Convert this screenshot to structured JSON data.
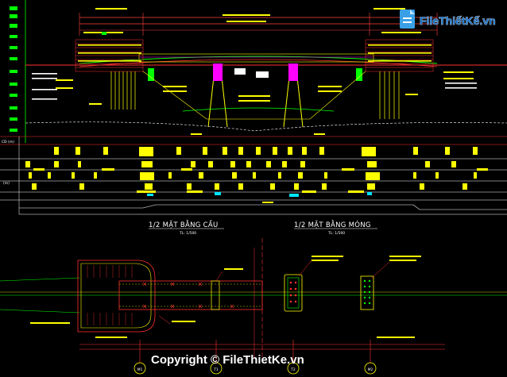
{
  "logo": {
    "brand": "FileThiếtKế.vn",
    "icon_name": "file-icon",
    "colors": {
      "accent": "#1a72c9",
      "tile": "#3aa0e6"
    }
  },
  "watermark": {
    "text": "Copyright © FileThietKe.vn"
  },
  "drawing": {
    "row_labels": [
      "CĐ (m)",
      "(m)"
    ],
    "plan_title_left": "1/2 MẶT BẰNG CẦU",
    "plan_scale_left": "TL: 1/500",
    "plan_title_right": "1/2 MẶT BẰNG MÓNG",
    "plan_scale_right": "TL: 1/500",
    "axis_labels": [
      "M1",
      "T1",
      "T2",
      "M2"
    ]
  },
  "colors": {
    "background": "#000000",
    "yellow": "#ffff00",
    "green": "#00ff00",
    "red": "#ff2020",
    "cyan": "#00e5ff",
    "magenta": "#ff00ff",
    "white": "#ffffff"
  }
}
